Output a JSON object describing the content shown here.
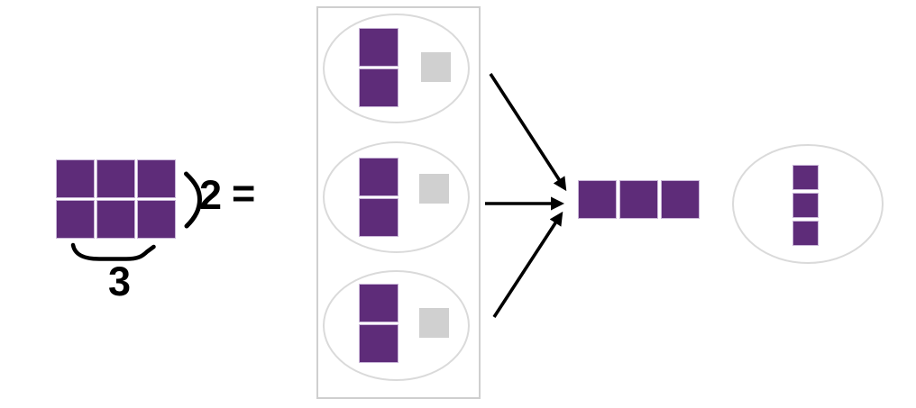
{
  "figure": {
    "type": "multiplication-equal-groups-diagram",
    "equation": {
      "rows_label": "2",
      "equals_sign": "=",
      "columns_label": "3"
    },
    "array_model": {
      "rows": 2,
      "columns": 3,
      "purple_square_count": 6
    },
    "equal_groups": [
      {
        "purple_square_count": 2,
        "gray_square_count": 1
      },
      {
        "purple_square_count": 2,
        "gray_square_count": 1
      },
      {
        "purple_square_count": 2,
        "gray_square_count": 1
      }
    ],
    "arrows": {
      "count": 3,
      "direction": "converging-right"
    },
    "result_row": {
      "purple_square_count": 3
    },
    "right_group": {
      "purple_square_count": 3
    },
    "colors": {
      "purple": "#5e2c79",
      "purple_border": "#c9b6d8",
      "gray": "#d0d0d0",
      "outline_gray": "#d6d6d6",
      "ink": "#000000"
    }
  }
}
